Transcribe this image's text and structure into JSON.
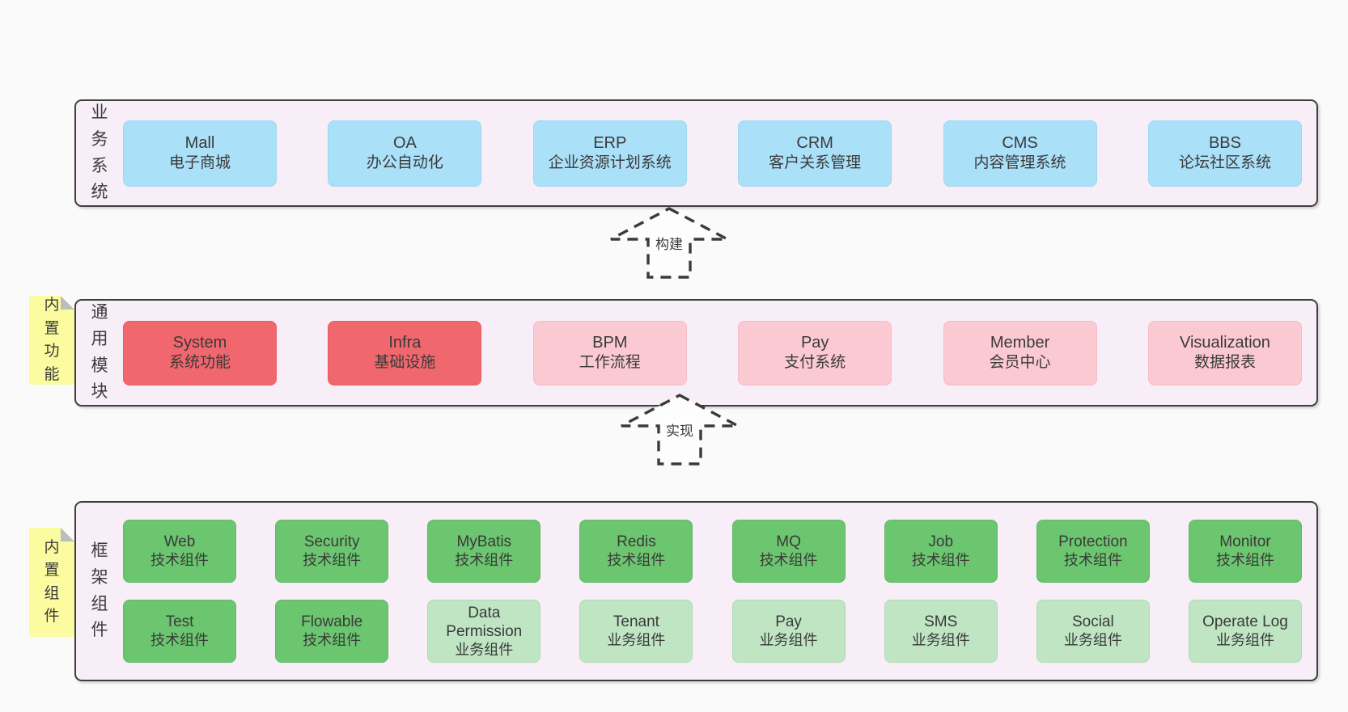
{
  "colors": {
    "background": "#fafafa",
    "section_fill": "#f8eef7",
    "section_border": "#3f3f3f",
    "blue_box": "#abe0f9",
    "red_box": "#f1676e",
    "pink_box": "#fbc9d2",
    "green_box": "#6cc56f",
    "light_green_box": "#bfe5c3",
    "tag_yellow": "#fbfba0",
    "text": "#3a3a3a"
  },
  "sections": {
    "business": {
      "label": "业务系统",
      "boxes": [
        {
          "name": "Mall",
          "desc": "电子商城"
        },
        {
          "name": "OA",
          "desc": "办公自动化"
        },
        {
          "name": "ERP",
          "desc": "企业资源计划系统"
        },
        {
          "name": "CRM",
          "desc": "客户关系管理"
        },
        {
          "name": "CMS",
          "desc": "内容管理系统"
        },
        {
          "name": "BBS",
          "desc": "论坛社区系统"
        }
      ]
    },
    "modules": {
      "tag": "内置功能",
      "label": "通用模块",
      "boxes": [
        {
          "name": "System",
          "desc": "系统功能"
        },
        {
          "name": "Infra",
          "desc": "基础设施"
        },
        {
          "name": "BPM",
          "desc": "工作流程"
        },
        {
          "name": "Pay",
          "desc": "支付系统"
        },
        {
          "name": "Member",
          "desc": "会员中心"
        },
        {
          "name": "Visualization",
          "desc": "数据报表"
        }
      ]
    },
    "components": {
      "tag": "内置组件",
      "label": "框架组件",
      "row1": [
        {
          "name": "Web",
          "desc": "技术组件"
        },
        {
          "name": "Security",
          "desc": "技术组件"
        },
        {
          "name": "MyBatis",
          "desc": "技术组件"
        },
        {
          "name": "Redis",
          "desc": "技术组件"
        },
        {
          "name": "MQ",
          "desc": "技术组件"
        },
        {
          "name": "Job",
          "desc": "技术组件"
        },
        {
          "name": "Protection",
          "desc": "技术组件"
        },
        {
          "name": "Monitor",
          "desc": "技术组件"
        }
      ],
      "row2": [
        {
          "name": "Test",
          "desc": "技术组件"
        },
        {
          "name": "Flowable",
          "desc": "技术组件"
        },
        {
          "name": "Data Permission",
          "desc": "业务组件"
        },
        {
          "name": "Tenant",
          "desc": "业务组件"
        },
        {
          "name": "Pay",
          "desc": "业务组件"
        },
        {
          "name": "SMS",
          "desc": "业务组件"
        },
        {
          "name": "Social",
          "desc": "业务组件"
        },
        {
          "name": "Operate Log",
          "desc": "业务组件"
        }
      ]
    }
  },
  "arrows": {
    "build": {
      "label": "构建"
    },
    "implement": {
      "label": "实现"
    }
  }
}
